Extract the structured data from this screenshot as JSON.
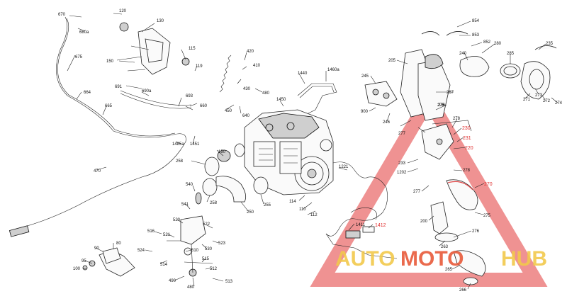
{
  "labels": [
    {
      "text": "670",
      "c": "k"
    },
    {
      "text": "680a",
      "c": "k"
    },
    {
      "text": "675",
      "c": "k"
    },
    {
      "text": "120",
      "c": "k"
    },
    {
      "text": "130",
      "c": "k"
    },
    {
      "text": "150",
      "c": "k"
    },
    {
      "text": "115",
      "c": "k"
    },
    {
      "text": "119",
      "c": "k"
    },
    {
      "text": "691",
      "c": "k"
    },
    {
      "text": "690a",
      "c": "k"
    },
    {
      "text": "693",
      "c": "k"
    },
    {
      "text": "664",
      "c": "k"
    },
    {
      "text": "665",
      "c": "k"
    },
    {
      "text": "660",
      "c": "k"
    },
    {
      "text": "1485a",
      "c": "k"
    },
    {
      "text": "1451",
      "c": "k"
    },
    {
      "text": "420",
      "c": "k"
    },
    {
      "text": "410",
      "c": "k"
    },
    {
      "text": "430",
      "c": "k"
    },
    {
      "text": "480",
      "c": "k"
    },
    {
      "text": "450",
      "c": "k"
    },
    {
      "text": "640",
      "c": "k"
    },
    {
      "text": "1450",
      "c": "k"
    },
    {
      "text": "1440",
      "c": "k"
    },
    {
      "text": "1460a",
      "c": "k"
    },
    {
      "text": "470",
      "c": "k"
    },
    {
      "text": "258",
      "c": "k"
    },
    {
      "text": "150",
      "c": "k"
    },
    {
      "text": "258",
      "c": "k"
    },
    {
      "text": "250",
      "c": "k"
    },
    {
      "text": "255",
      "c": "k"
    },
    {
      "text": "114",
      "c": "k"
    },
    {
      "text": "110",
      "c": "k"
    },
    {
      "text": "112",
      "c": "k"
    },
    {
      "text": "1221",
      "c": "k"
    },
    {
      "text": "540",
      "c": "k"
    },
    {
      "text": "541",
      "c": "k"
    },
    {
      "text": "520",
      "c": "k"
    },
    {
      "text": "516",
      "c": "k"
    },
    {
      "text": "521",
      "c": "k"
    },
    {
      "text": "524",
      "c": "k"
    },
    {
      "text": "514",
      "c": "k"
    },
    {
      "text": "510",
      "c": "k"
    },
    {
      "text": "515",
      "c": "k"
    },
    {
      "text": "522",
      "c": "k"
    },
    {
      "text": "530",
      "c": "k"
    },
    {
      "text": "523",
      "c": "k"
    },
    {
      "text": "512",
      "c": "k"
    },
    {
      "text": "490",
      "c": "k"
    },
    {
      "text": "480",
      "c": "k"
    },
    {
      "text": "513",
      "c": "k"
    },
    {
      "text": "90",
      "c": "k"
    },
    {
      "text": "80",
      "c": "k"
    },
    {
      "text": "95",
      "c": "k"
    },
    {
      "text": "100",
      "c": "k"
    },
    {
      "text": "1411",
      "c": "k"
    },
    {
      "text": "1412",
      "c": "r"
    },
    {
      "text": "854",
      "c": "k"
    },
    {
      "text": "853",
      "c": "k"
    },
    {
      "text": "852",
      "c": "k"
    },
    {
      "text": "280",
      "c": "k"
    },
    {
      "text": "235",
      "c": "k"
    },
    {
      "text": "245",
      "c": "k"
    },
    {
      "text": "205",
      "c": "k"
    },
    {
      "text": "240",
      "c": "k"
    },
    {
      "text": "285",
      "c": "k"
    },
    {
      "text": "267",
      "c": "k"
    },
    {
      "text": "276",
      "c": "k"
    },
    {
      "text": "271",
      "c": "k"
    },
    {
      "text": "273",
      "c": "k"
    },
    {
      "text": "272",
      "c": "k"
    },
    {
      "text": "274",
      "c": "k"
    },
    {
      "text": "900",
      "c": "k"
    },
    {
      "text": "246",
      "c": "k"
    },
    {
      "text": "276",
      "c": "k"
    },
    {
      "text": "277",
      "c": "k"
    },
    {
      "text": "278",
      "c": "k"
    },
    {
      "text": "230",
      "c": "r"
    },
    {
      "text": "231",
      "c": "r"
    },
    {
      "text": "220",
      "c": "r"
    },
    {
      "text": "233",
      "c": "k"
    },
    {
      "text": "1202",
      "c": "k"
    },
    {
      "text": "278",
      "c": "k"
    },
    {
      "text": "270",
      "c": "r"
    },
    {
      "text": "277",
      "c": "k"
    },
    {
      "text": "275",
      "c": "k"
    },
    {
      "text": "200",
      "c": "k"
    },
    {
      "text": "276",
      "c": "k"
    },
    {
      "text": "263",
      "c": "k"
    },
    {
      "text": "265",
      "c": "k"
    },
    {
      "text": "266",
      "c": "k"
    }
  ],
  "watermark": {
    "part1": "AUTO",
    "part2": "MOTO",
    "part3": "HUB"
  },
  "colors": {
    "watermark_red": "#e85a3a",
    "watermark_yellow": "#f2c94c",
    "label_red": "#e03030"
  }
}
